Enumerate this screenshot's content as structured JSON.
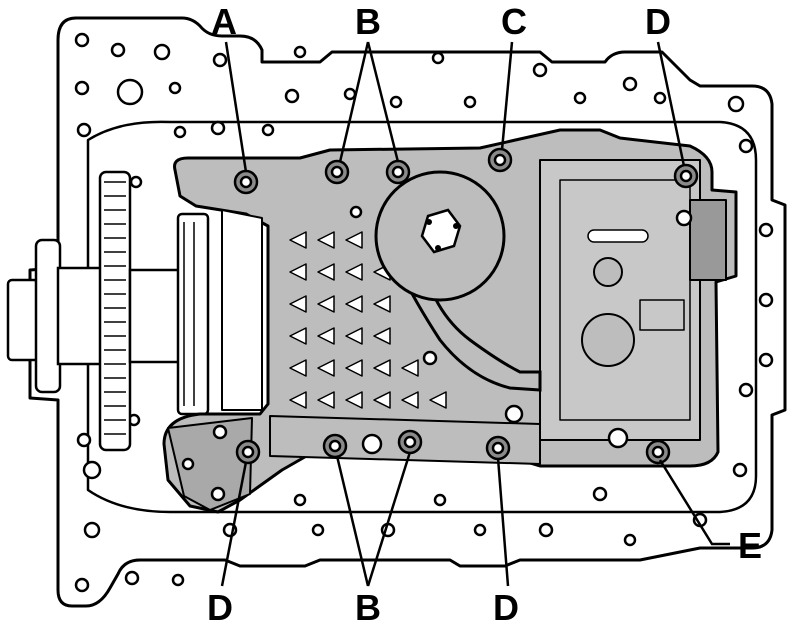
{
  "callouts": {
    "top_a": "A",
    "top_b": "B",
    "top_c": "C",
    "top_d": "D",
    "bottom_d_left": "D",
    "bottom_b": "B",
    "bottom_d_right": "D",
    "right_e": "E"
  },
  "colors": {
    "line": "#000000",
    "pan_fill": "#bdbdbd",
    "block_fill": "#ffffff",
    "bolt_fill": "#8a8a8a"
  }
}
